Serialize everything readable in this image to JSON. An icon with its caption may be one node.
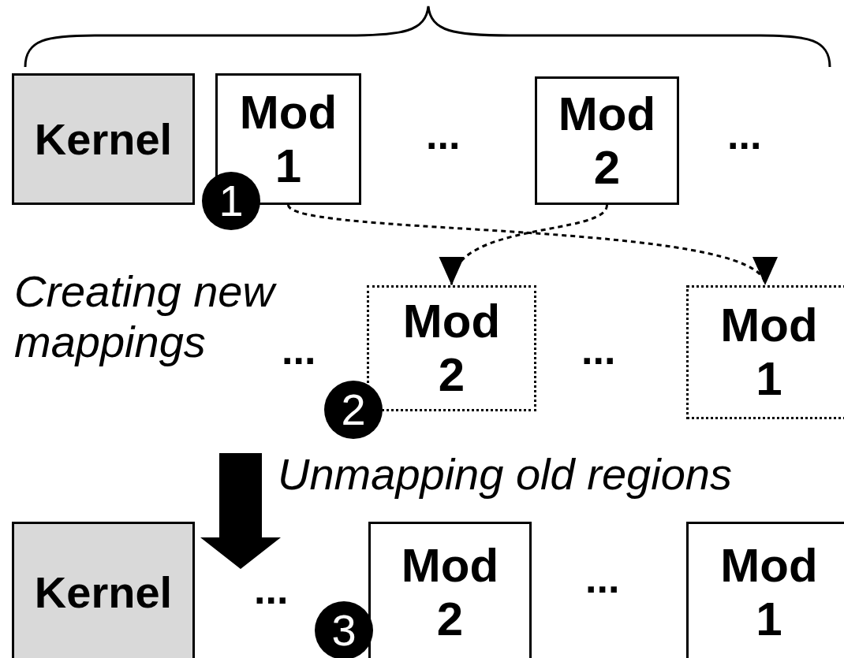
{
  "diagram": {
    "nodes": [
      {
        "text": [
          "Kernel"
        ]
      },
      {
        "text": [
          "Mod 1"
        ]
      },
      {
        "text": [
          "Mod 2"
        ]
      },
      {
        "text": [
          "Mod 2"
        ]
      },
      {
        "text": [
          "Mod 1"
        ]
      },
      {
        "text": [
          "Kernel"
        ]
      },
      {
        "text": [
          "Mod 2"
        ]
      },
      {
        "text": [
          "Mod 1"
        ]
      }
    ],
    "edges": [
      {
        "from": 1,
        "to": 4,
        "arrow": "to",
        "style": "dashed"
      },
      {
        "from": 2,
        "to": 3,
        "arrow": "to",
        "style": "dashed"
      }
    ],
    "labels": [
      "...",
      "...",
      "1",
      "Creating new mappings",
      "...",
      "...",
      "2",
      "Unmapping old regions",
      "...",
      "...",
      "3"
    ]
  }
}
